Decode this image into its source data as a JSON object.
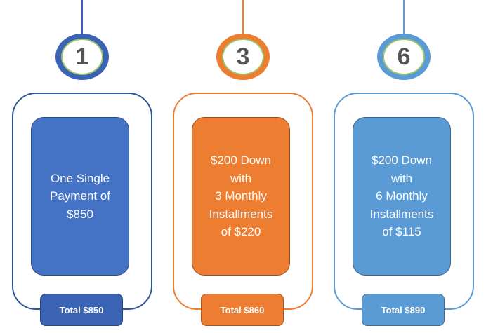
{
  "plans": [
    {
      "number": "1",
      "description": "One Single\nPayment of\n$850",
      "total": "Total $850",
      "colors": {
        "accent": "#3a63b4",
        "inner": "#4472c4",
        "outline": "#2f5597"
      }
    },
    {
      "number": "3",
      "description": "$200 Down\nwith\n3 Monthly\nInstallments\nof $220",
      "total": "Total $860",
      "colors": {
        "accent": "#ed7d31",
        "inner": "#ed7d31",
        "outline": "#ed7d31"
      }
    },
    {
      "number": "6",
      "description": "$200 Down\nwith\n6 Monthly\nInstallments\nof $115",
      "total": "Total $890",
      "colors": {
        "accent": "#5b9bd5",
        "inner": "#5b9bd5",
        "outline": "#5b9bd5"
      }
    }
  ]
}
